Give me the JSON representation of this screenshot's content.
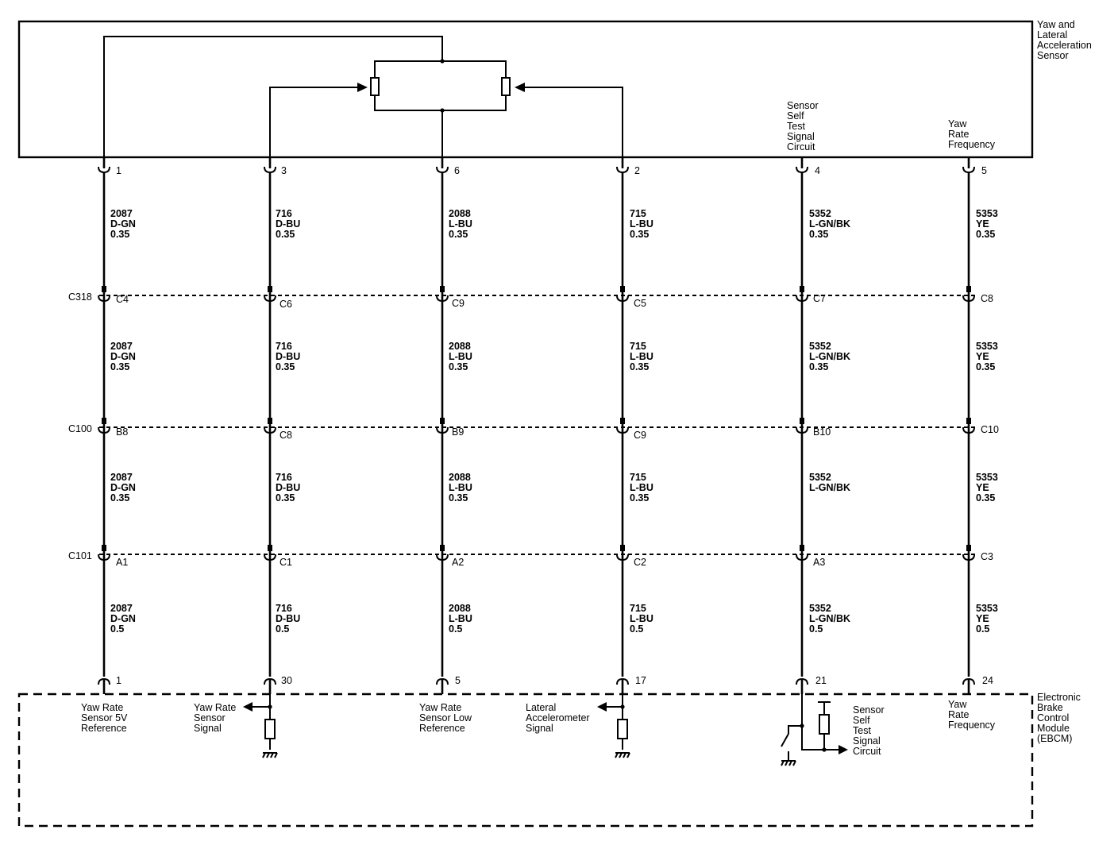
{
  "sensor_module": {
    "title": [
      "Yaw and",
      "Lateral",
      "Acceleration",
      "Sensor"
    ]
  },
  "ebcm_module": {
    "title": [
      "Electronic",
      "Brake",
      "Control",
      "Module",
      "(EBCM)"
    ]
  },
  "sensor_labels": {
    "self_test": [
      "Sensor",
      "Self",
      "Test",
      "Signal",
      "Circuit"
    ],
    "yaw_freq": [
      "Yaw",
      "Rate",
      "Frequency"
    ]
  },
  "ebcm_labels": {
    "ref5v": [
      "Yaw Rate",
      "Sensor 5V",
      "Reference"
    ],
    "yaw_signal": [
      "Yaw Rate",
      "Sensor",
      "Signal"
    ],
    "low_ref": [
      "Yaw Rate",
      "Sensor Low",
      "Reference"
    ],
    "lat_signal": [
      "Lateral",
      "Accelerometer",
      "Signal"
    ],
    "self_test": [
      "Sensor",
      "Self",
      "Test",
      "Signal",
      "Circuit"
    ],
    "yaw_freq": [
      "Yaw",
      "Rate",
      "Frequency"
    ]
  },
  "inline_connectors": [
    "C318",
    "C100",
    "C101"
  ],
  "circuits": [
    {
      "top_pin": "1",
      "pins": [
        "C4",
        "B8",
        "A1"
      ],
      "bottom_pin": "1",
      "segments": [
        [
          "2087",
          "D-GN",
          "0.35"
        ],
        [
          "2087",
          "D-GN",
          "0.35"
        ],
        [
          "2087",
          "D-GN",
          "0.35"
        ],
        [
          "2087",
          "D-GN",
          "0.5"
        ]
      ]
    },
    {
      "top_pin": "3",
      "pins": [
        "C6",
        "C8",
        "C1"
      ],
      "bottom_pin": "30",
      "segments": [
        [
          "716",
          "D-BU",
          "0.35"
        ],
        [
          "716",
          "D-BU",
          "0.35"
        ],
        [
          "716",
          "D-BU",
          "0.35"
        ],
        [
          "716",
          "D-BU",
          "0.5"
        ]
      ]
    },
    {
      "top_pin": "6",
      "pins": [
        "C9",
        "B9",
        "A2"
      ],
      "bottom_pin": "5",
      "segments": [
        [
          "2088",
          "L-BU",
          "0.35"
        ],
        [
          "2088",
          "L-BU",
          "0.35"
        ],
        [
          "2088",
          "L-BU",
          "0.35"
        ],
        [
          "2088",
          "L-BU",
          "0.5"
        ]
      ]
    },
    {
      "top_pin": "2",
      "pins": [
        "C5",
        "C9",
        "C2"
      ],
      "bottom_pin": "17",
      "segments": [
        [
          "715",
          "L-BU",
          "0.35"
        ],
        [
          "715",
          "L-BU",
          "0.35"
        ],
        [
          "715",
          "L-BU",
          "0.35"
        ],
        [
          "715",
          "L-BU",
          "0.5"
        ]
      ]
    },
    {
      "top_pin": "4",
      "pins": [
        "C7",
        "B10",
        "A3"
      ],
      "bottom_pin": "21",
      "segments": [
        [
          "5352",
          "L-GN/BK",
          "0.35"
        ],
        [
          "5352",
          "L-GN/BK",
          "0.35"
        ],
        [
          "5352",
          "L-GN/BK",
          ""
        ],
        [
          "5352",
          "L-GN/BK",
          "0.5"
        ]
      ]
    },
    {
      "top_pin": "5",
      "pins": [
        "C8",
        "C10",
        "C3"
      ],
      "bottom_pin": "24",
      "segments": [
        [
          "5353",
          "YE",
          "0.35"
        ],
        [
          "5353",
          "YE",
          "0.35"
        ],
        [
          "5353",
          "YE",
          "0.35"
        ],
        [
          "5353",
          "YE",
          "0.5"
        ]
      ]
    }
  ]
}
